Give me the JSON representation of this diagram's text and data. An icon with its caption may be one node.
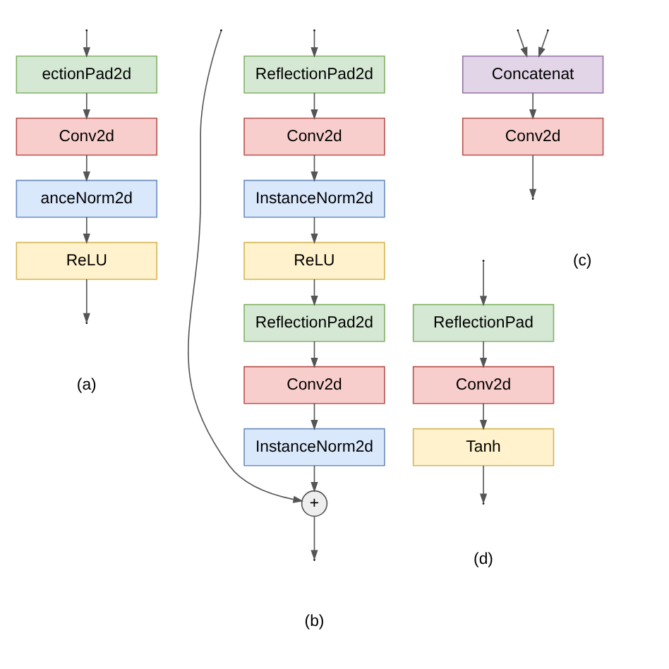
{
  "diagram": {
    "nodes": [
      {
        "text": [
          "ectionPad2d"
        ]
      },
      {
        "text": [
          "Conv2d"
        ]
      },
      {
        "text": [
          "anceNorm2d"
        ]
      },
      {
        "text": [
          "ReLU"
        ]
      },
      {
        "text": [
          "ReflectionPad2d"
        ]
      },
      {
        "text": [
          "Conv2d"
        ]
      },
      {
        "text": [
          "InstanceNorm2d"
        ]
      },
      {
        "text": [
          "ReLU"
        ]
      },
      {
        "text": [
          "ReflectionPad2d"
        ]
      },
      {
        "text": [
          "Conv2d"
        ]
      },
      {
        "text": [
          "InstanceNorm2d"
        ]
      },
      {
        "text": [
          "+"
        ]
      },
      {
        "text": [
          "Concatenat"
        ]
      },
      {
        "text": [
          "Conv2d"
        ]
      },
      {
        "text": [
          "ReflectionPad"
        ]
      },
      {
        "text": [
          "Conv2d"
        ]
      },
      {
        "text": [
          "Tanh"
        ]
      }
    ],
    "edges": [
      {
        "from": null,
        "to": 0,
        "arrow": "to"
      },
      {
        "from": 0,
        "to": 1,
        "arrow": "to"
      },
      {
        "from": 1,
        "to": 2,
        "arrow": "to"
      },
      {
        "from": 2,
        "to": 3,
        "arrow": "to"
      },
      {
        "from": 3,
        "to": null,
        "arrow": "to"
      },
      {
        "from": null,
        "to": 4,
        "arrow": "to"
      },
      {
        "from": 4,
        "to": 5,
        "arrow": "to"
      },
      {
        "from": 5,
        "to": 6,
        "arrow": "to"
      },
      {
        "from": 6,
        "to": 7,
        "arrow": "to"
      },
      {
        "from": 7,
        "to": 8,
        "arrow": "to"
      },
      {
        "from": 8,
        "to": 9,
        "arrow": "to"
      },
      {
        "from": 9,
        "to": 10,
        "arrow": "to"
      },
      {
        "from": 10,
        "to": 11,
        "arrow": "to"
      },
      {
        "from": null,
        "to": 11,
        "arrow": "to"
      },
      {
        "from": 11,
        "to": null,
        "arrow": "to"
      },
      {
        "from": null,
        "to": 12,
        "arrow": "to"
      },
      {
        "from": null,
        "to": 12,
        "arrow": "to"
      },
      {
        "from": 12,
        "to": 13,
        "arrow": "to"
      },
      {
        "from": 13,
        "to": null,
        "arrow": "to"
      },
      {
        "from": null,
        "to": 14,
        "arrow": "to"
      },
      {
        "from": 14,
        "to": 15,
        "arrow": "to"
      },
      {
        "from": 15,
        "to": 16,
        "arrow": "to"
      },
      {
        "from": 16,
        "to": null,
        "arrow": "to"
      }
    ],
    "labels": [
      "(a)",
      "(b)",
      "(c)",
      "(d)"
    ]
  }
}
